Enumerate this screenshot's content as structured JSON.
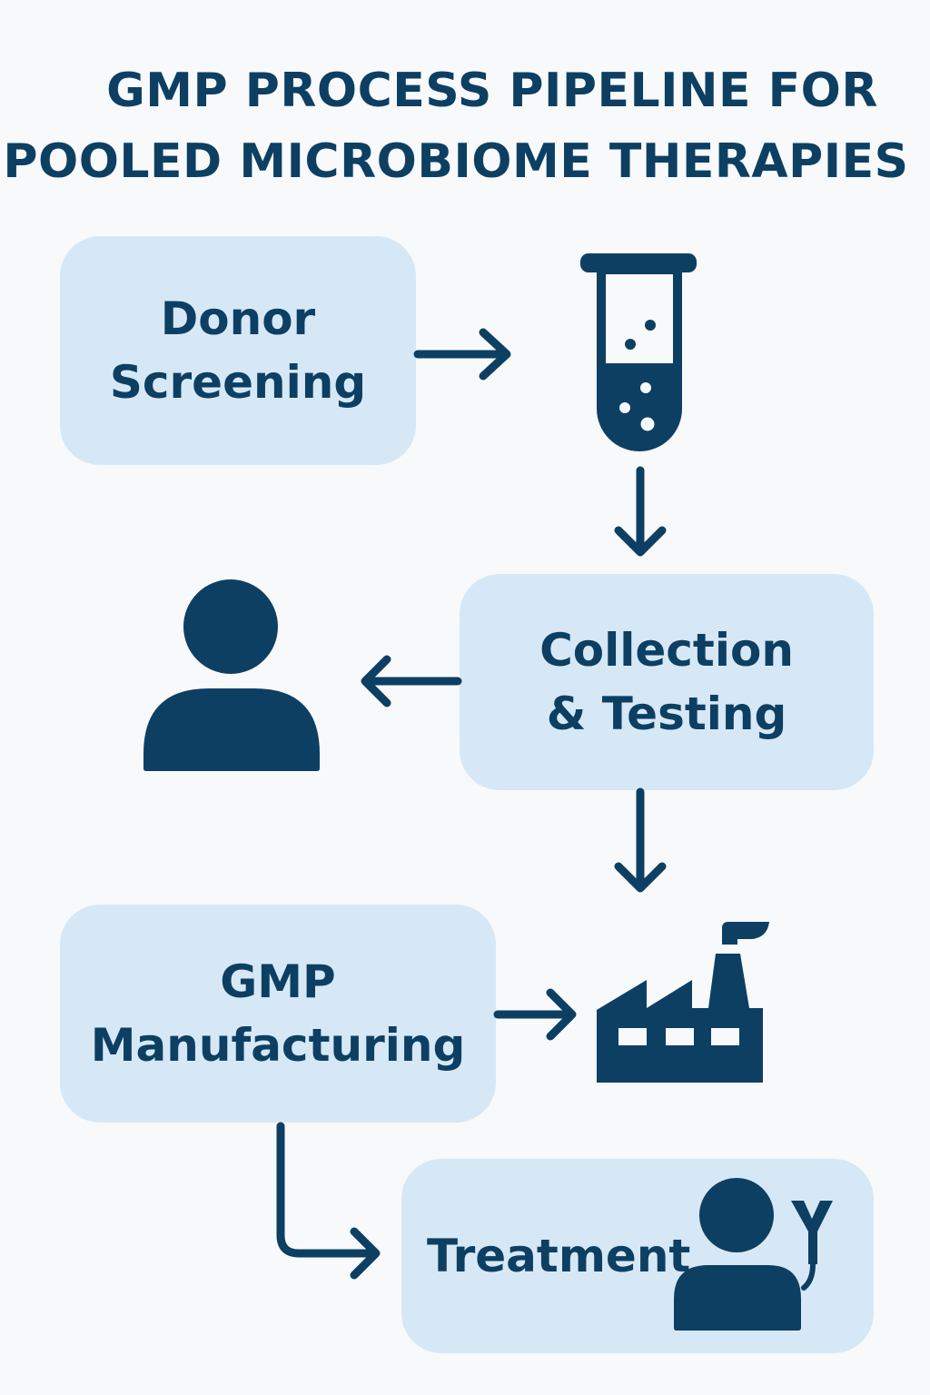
{
  "title": {
    "line1": "GMP PROCESS PIPELINE FOR",
    "line2": "POOLED MICROBIOME THERAPIES"
  },
  "steps": [
    {
      "label_line1": "Donor",
      "label_line2": "Screening"
    },
    {
      "label_line1": "Collection",
      "label_line2": "& Testing"
    },
    {
      "label_line1": "GMP",
      "label_line2": "Manufacturing"
    },
    {
      "label": "Treatment"
    }
  ],
  "icons": [
    "test-tube-icon",
    "person-icon",
    "factory-icon",
    "patient-with-stethoscope-icon"
  ],
  "colors": {
    "primary": "#0d3f63",
    "box_fill": "#d6e8f6",
    "background": "#f8f9fa"
  }
}
